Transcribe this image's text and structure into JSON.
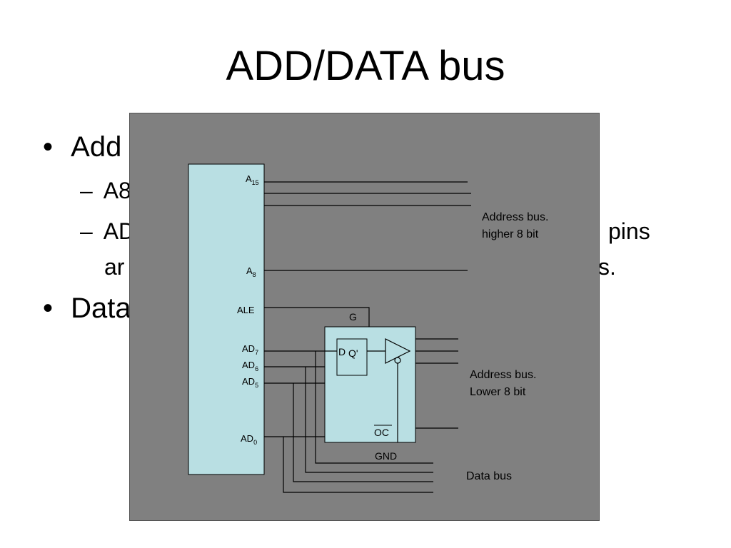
{
  "slide": {
    "title": "ADD/DATA bus"
  },
  "bullets": {
    "b1": {
      "marker": "•",
      "text": "Add"
    },
    "b1_sub1": {
      "marker": "–",
      "text": "A8"
    },
    "b1_sub2": {
      "marker": "–",
      "text": "AD",
      "tail": "pins"
    },
    "b1_sub2_cont": {
      "head": "ar",
      "tail": "s."
    },
    "b2": {
      "marker": "•",
      "text": "Data"
    }
  },
  "diagram": {
    "cpu_pins": {
      "a15": {
        "main": "A",
        "sub": "15"
      },
      "a8": {
        "main": "A",
        "sub": "8"
      },
      "ale": {
        "main": "ALE",
        "sub": ""
      },
      "ad7": {
        "main": "AD",
        "sub": "7"
      },
      "ad6": {
        "main": "AD",
        "sub": "6"
      },
      "ad5": {
        "main": "AD",
        "sub": "5"
      },
      "ad0": {
        "main": "AD",
        "sub": "0"
      }
    },
    "latch": {
      "g": "G",
      "d": "D",
      "q": "Q'",
      "oc": "OC",
      "gnd": "GND"
    },
    "labels": {
      "addr_high_1": "Address bus.",
      "addr_high_2": "higher 8 bit",
      "addr_low_1": "Address bus.",
      "addr_low_2": "Lower 8 bit",
      "data_bus": "Data bus"
    },
    "colors": {
      "panel": "#808080",
      "chip": "#b9dfe3",
      "line": "#000000"
    }
  }
}
